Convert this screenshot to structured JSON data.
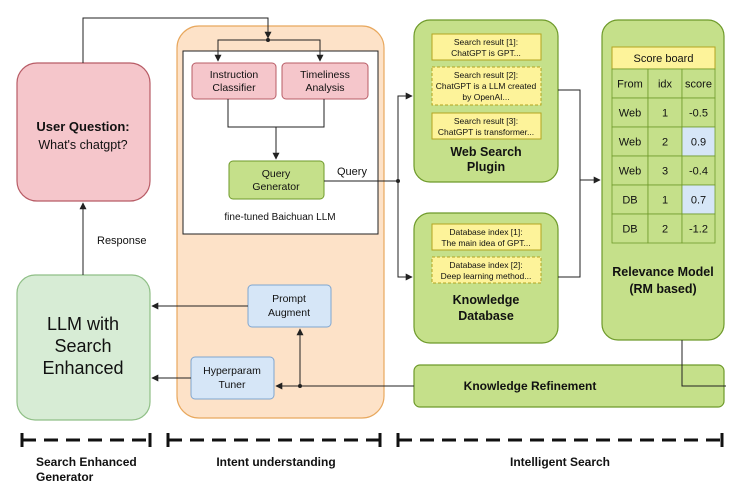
{
  "user_question": {
    "title": "User Question:",
    "text": "What's chatgpt?"
  },
  "response_label": "Response",
  "llm_box": {
    "lines": [
      "LLM with",
      "Search",
      "Enhanced"
    ]
  },
  "intent": {
    "instruction_classifier": [
      "Instruction",
      "Classifier"
    ],
    "timeliness_analysis": [
      "Timeliness",
      "Analysis"
    ],
    "query_generator": [
      "Query",
      "Generator"
    ],
    "finetuned_label": "fine-tuned Baichuan LLM",
    "prompt_augment": [
      "Prompt",
      "Augment"
    ],
    "hyperparam_tuner": [
      "Hyperparam",
      "Tuner"
    ]
  },
  "query_label": "Query",
  "web_search": {
    "title": [
      "Web Search",
      "Plugin"
    ],
    "results": [
      [
        "Search result [1]:",
        "ChatGPT is GPT..."
      ],
      [
        "Search result [2]:",
        "ChatGPT is a LLM created",
        "by OpenAI..."
      ],
      [
        "Search result [3]:",
        "ChatGPT is transformer..."
      ]
    ]
  },
  "knowledge_db": {
    "title": [
      "Knowledge",
      "Database"
    ],
    "items": [
      [
        "Database index [1]:",
        "The main idea of GPT..."
      ],
      [
        "Database index [2]:",
        "Deep learning method..."
      ]
    ]
  },
  "score_board": {
    "title": "Score board",
    "headers": [
      "From",
      "idx",
      "score"
    ],
    "rows": [
      {
        "from": "Web",
        "idx": "1",
        "score": "-0.5",
        "highlight": false
      },
      {
        "from": "Web",
        "idx": "2",
        "score": "0.9",
        "highlight": true
      },
      {
        "from": "Web",
        "idx": "3",
        "score": "-0.4",
        "highlight": false
      },
      {
        "from": "DB",
        "idx": "1",
        "score": "0.7",
        "highlight": true
      },
      {
        "from": "DB",
        "idx": "2",
        "score": "-1.2",
        "highlight": false
      }
    ]
  },
  "relevance_model": [
    "Relevance Model",
    "(RM based)"
  ],
  "knowledge_refinement": "Knowledge Refinement",
  "sections": [
    [
      "Search Enhanced",
      "Generator"
    ],
    [
      "Intent understanding"
    ],
    [
      "Intelligent Search"
    ]
  ],
  "colors": {
    "pink": "#f5c6cb",
    "pink_stroke": "#b85c66",
    "green": "#c5e08a",
    "green_stroke": "#6e9a2a",
    "light_green": "#d7ecd5",
    "light_green_stroke": "#8fbf86",
    "orange": "#fde2c8",
    "orange_stroke": "#e8a85e",
    "blue": "#d6e6f7",
    "blue_stroke": "#7fa5cf",
    "yellow": "#fdf39a",
    "yellow_stroke": "#b3a520"
  }
}
